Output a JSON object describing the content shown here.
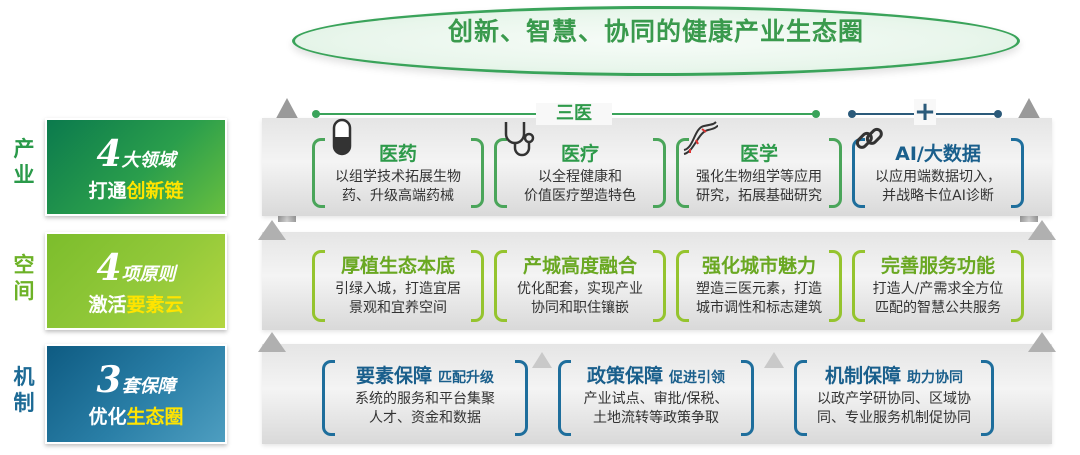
{
  "top_title": "创新、智慧、协同的健康产业生态圈",
  "rows": [
    {
      "side_label": [
        "产",
        "业"
      ],
      "num": "4",
      "num_text": "大领域",
      "subtitle_plain": "打通",
      "subtitle_accent": "创新链",
      "header_left": "三医",
      "header_right": "+",
      "cards": [
        {
          "title": "医药",
          "body": [
            "以组学技术拓展生物",
            "药、升级高端药械"
          ],
          "icon": "capsule-icon"
        },
        {
          "title": "医疗",
          "body": [
            "以全程健康和",
            "价值医疗塑造特色"
          ],
          "icon": "stethoscope-icon"
        },
        {
          "title": "医学",
          "body": [
            "强化生物组学等应用",
            "研究，拓展基础研究"
          ],
          "icon": "dna-icon"
        },
        {
          "title": "AI/大数据",
          "body": [
            "以应用端数据切入，",
            "并战略卡位AI诊断"
          ],
          "icon": "link-icon"
        }
      ]
    },
    {
      "side_label": [
        "空",
        "间"
      ],
      "num": "4",
      "num_text": "项原则",
      "subtitle_plain": "激活",
      "subtitle_accent": "要素云",
      "cards": [
        {
          "title": "厚植生态本底",
          "body": [
            "引绿入城，打造宜居",
            "景观和宜养空间"
          ]
        },
        {
          "title": "产城高度融合",
          "body": [
            "优化配套，实现产业",
            "协同和职住镶嵌"
          ]
        },
        {
          "title": "强化城市魅力",
          "body": [
            "塑造三医元素，打造",
            "城市调性和标志建筑"
          ]
        },
        {
          "title": "完善服务功能",
          "body": [
            "打造人/产需求全方位",
            "匹配的智慧公共服务"
          ]
        }
      ]
    },
    {
      "side_label": [
        "机",
        "制"
      ],
      "num": "3",
      "num_text": "套保障",
      "subtitle_plain": "优化",
      "subtitle_accent": "生态圈",
      "cards": [
        {
          "title": "要素保障",
          "sub": "匹配升级",
          "body": [
            "系统的服务和平台集聚",
            "人才、资金和数据"
          ]
        },
        {
          "title": "政策保障",
          "sub": "促进引领",
          "body": [
            "产业试点、审批/保税、",
            "土地流转等政策争取"
          ]
        },
        {
          "title": "机制保障",
          "sub": "助力协同",
          "body": [
            "以政产学研协同、区域协",
            "同、专业服务机制促协同"
          ]
        }
      ]
    }
  ]
}
